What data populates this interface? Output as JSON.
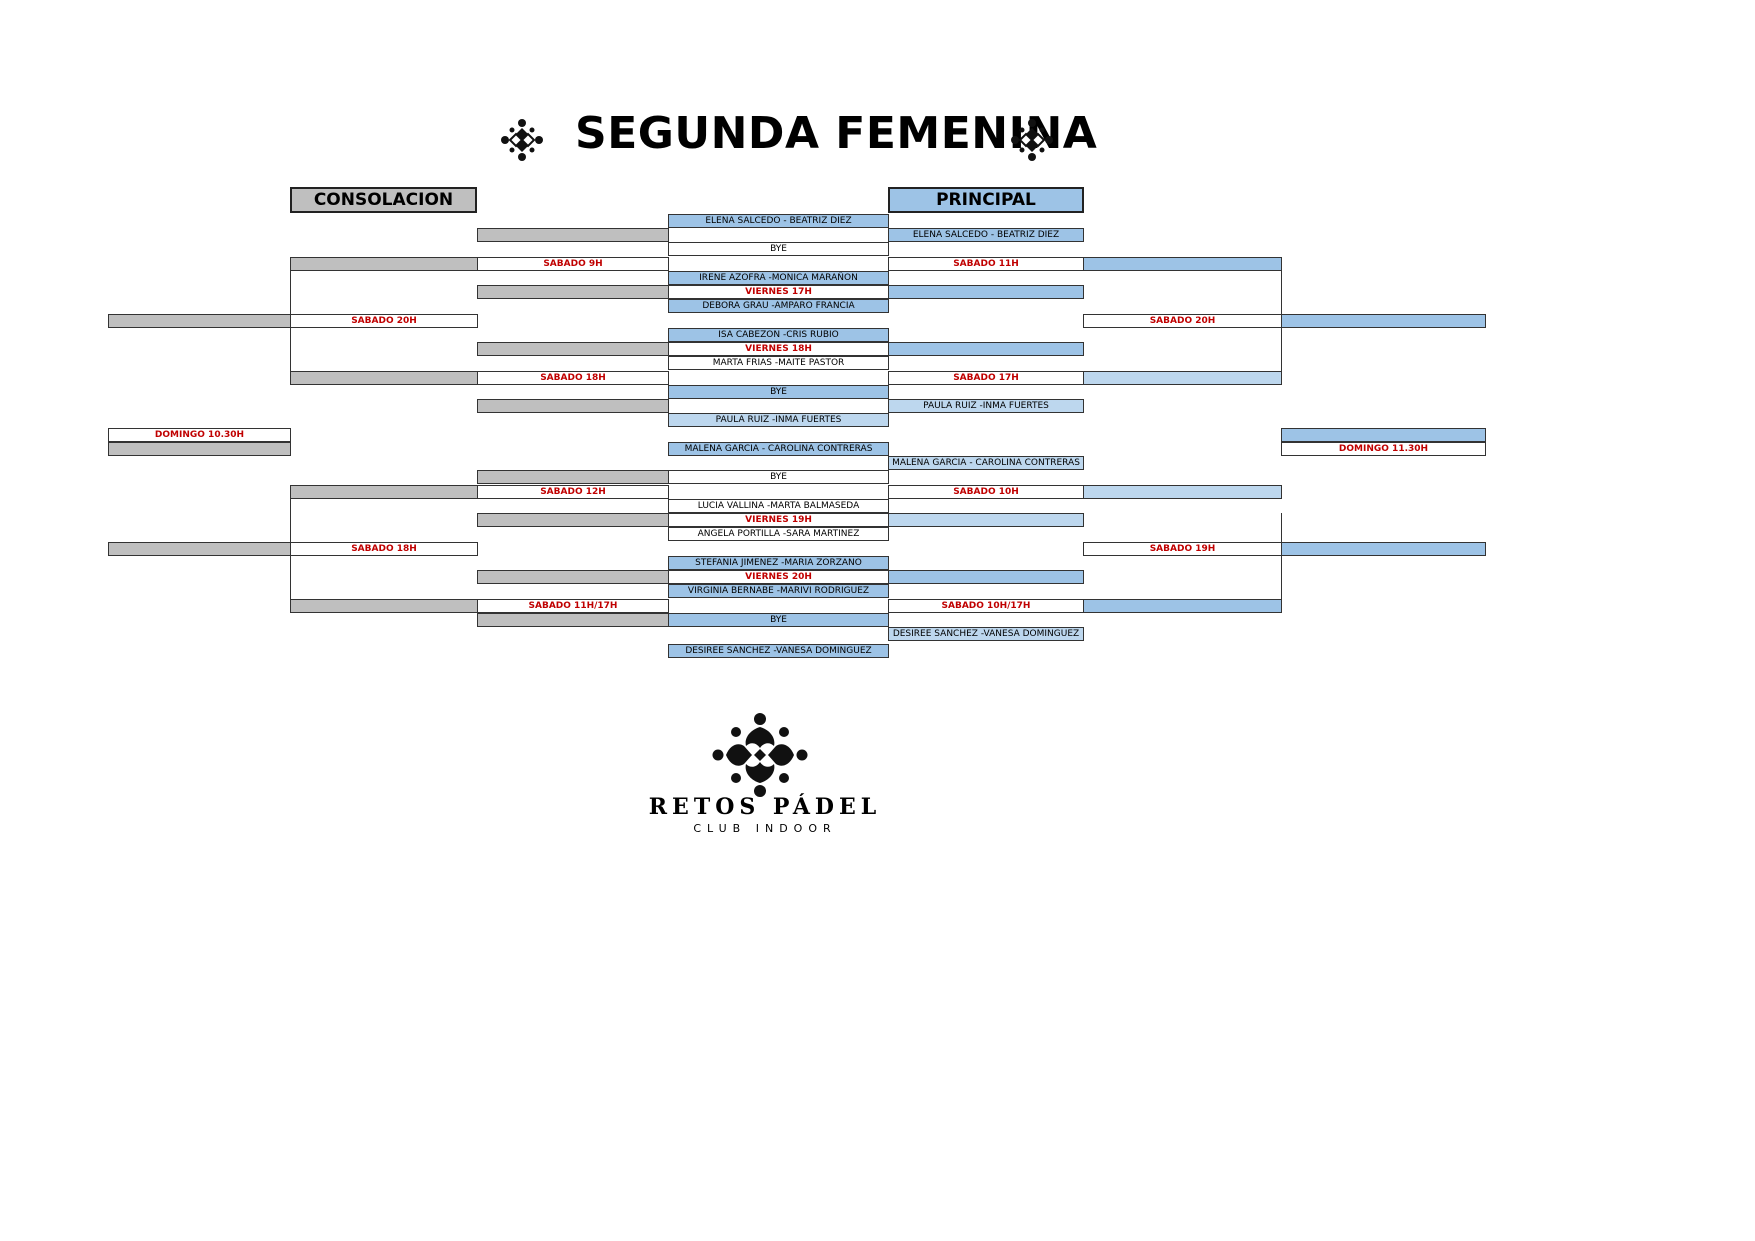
{
  "title": "SEGUNDA FEMENINA",
  "sections": {
    "consolation": "CONSOLACION",
    "main": "PRINCIPAL"
  },
  "colors": {
    "consolation": "#bfbfbf",
    "main": "#9dc3e6",
    "main_light": "#bdd7ee",
    "time_text": "#c00000"
  },
  "entrants": [
    "ELENA SALCEDO - BEATRIZ DIEZ",
    "BYE",
    "IRENE AZOFRA -MONICA MARAÑON",
    "DEBORA GRAU -AMPARO FRANCIA",
    "ISA CABEZON -CRIS RUBIO",
    "MARTA FRIAS -MAITE PASTOR",
    "BYE",
    "PAULA RUIZ -INMA FUERTES",
    "MALENA GARCIA - CAROLINA CONTRERAS",
    "BYE",
    "LUCIA VALLINA -MARTA BALMASEDA",
    "ANGELA PORTILLA -SARA MARTINEZ",
    "STEFANIA JIMENEZ -MARIA ZORZANO",
    "VIRGINIA BERNABE -MARIVI RODRIGUEZ",
    "BYE",
    "DESIREE SANCHEZ -VANESA DOMINGUEZ"
  ],
  "first_round_times": [
    "VIERNES 17H",
    "VIERNES 18H",
    "VIERNES 19H",
    "VIERNES 20H"
  ],
  "main_r16": [
    "ELENA SALCEDO - BEATRIZ DIEZ",
    "PAULA RUIZ -INMA FUERTES",
    "MALENA GARCIA - CAROLINA CONTRERAS",
    "DESIREE SANCHEZ -VANESA DOMINGUEZ"
  ],
  "main_qf_times": [
    "SABADO 11H",
    "SABADO 17H",
    "SABADO 10H",
    "SABADO 10H/17H"
  ],
  "main_sf_times": [
    "SABADO 20H",
    "SABADO 19H"
  ],
  "main_final_time": "DOMINGO 11.30H",
  "cons_qf_times": [
    "SABADO 9H",
    "SABADO 18H",
    "SABADO 12H",
    "SABADO 11H/17H"
  ],
  "cons_sf_times": [
    "SABADO 20H",
    "SABADO 18H"
  ],
  "cons_final_time": "DOMINGO 10.30H",
  "logo": {
    "name": "RETOS PÁDEL",
    "sub": "CLUB INDOOR",
    "icon": "retos-padel-emblem-icon"
  }
}
